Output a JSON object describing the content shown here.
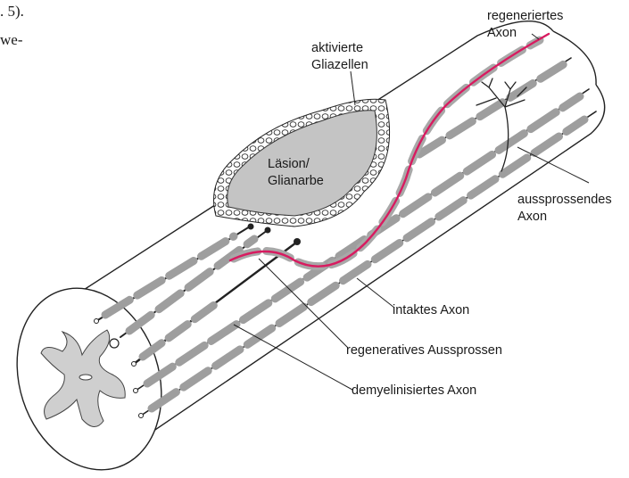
{
  "page_text": {
    "top_fragment_1": ". 5).",
    "top_fragment_2": "we-"
  },
  "labels": {
    "regenerated_axon_1": "regeneriertes",
    "regenerated_axon_2": "Axon",
    "activated_glia_1": "aktivierte",
    "activated_glia_2": "Gliazellen",
    "lesion_1": "Läsion/",
    "lesion_2": "Glianarbe",
    "sprouting_axon_1": "aussprossendes",
    "sprouting_axon_2": "Axon",
    "intact_axon": "intaktes Axon",
    "regenerative_sprouting": "regeneratives Aussprossen",
    "demyelinated_axon": "demyelinisiertes Axon"
  },
  "colors": {
    "regenerated_axon": "#d81b60",
    "myelin": "#9e9e9e",
    "lesion": "#c4c4c4",
    "gray_matter": "#cfcfcf",
    "outline": "#222222"
  }
}
